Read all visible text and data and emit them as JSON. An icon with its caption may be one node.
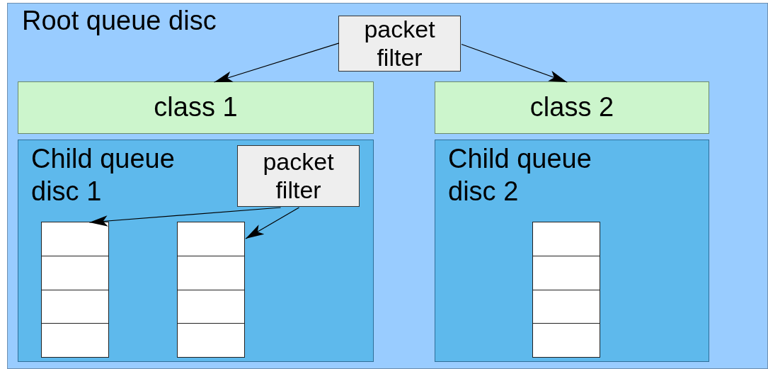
{
  "diagram": {
    "nodes": [
      {
        "text": [
          "Root queue disc"
        ]
      },
      {
        "text": [
          "packet filter"
        ],
        "in": 0
      },
      {
        "text": [
          "class 1"
        ],
        "in": 0
      },
      {
        "text": [
          "class 2"
        ],
        "in": 0
      },
      {
        "text": [
          "Child queue disc 1"
        ],
        "in": 0
      },
      {
        "text": [
          "packet filter"
        ],
        "in": 4
      },
      {
        "text": [],
        "shape": "box",
        "in": 4
      },
      {
        "text": [],
        "shape": "box",
        "in": 4
      },
      {
        "text": [
          "Child queue disc 2"
        ],
        "in": 0
      },
      {
        "text": [],
        "shape": "box",
        "in": 8
      }
    ],
    "edges": [
      {
        "from": 1,
        "to": 2,
        "arrow": "to"
      },
      {
        "from": 1,
        "to": 3,
        "arrow": "to"
      },
      {
        "from": 5,
        "to": 6,
        "arrow": "to"
      },
      {
        "from": 5,
        "to": 7,
        "arrow": "to"
      }
    ]
  }
}
